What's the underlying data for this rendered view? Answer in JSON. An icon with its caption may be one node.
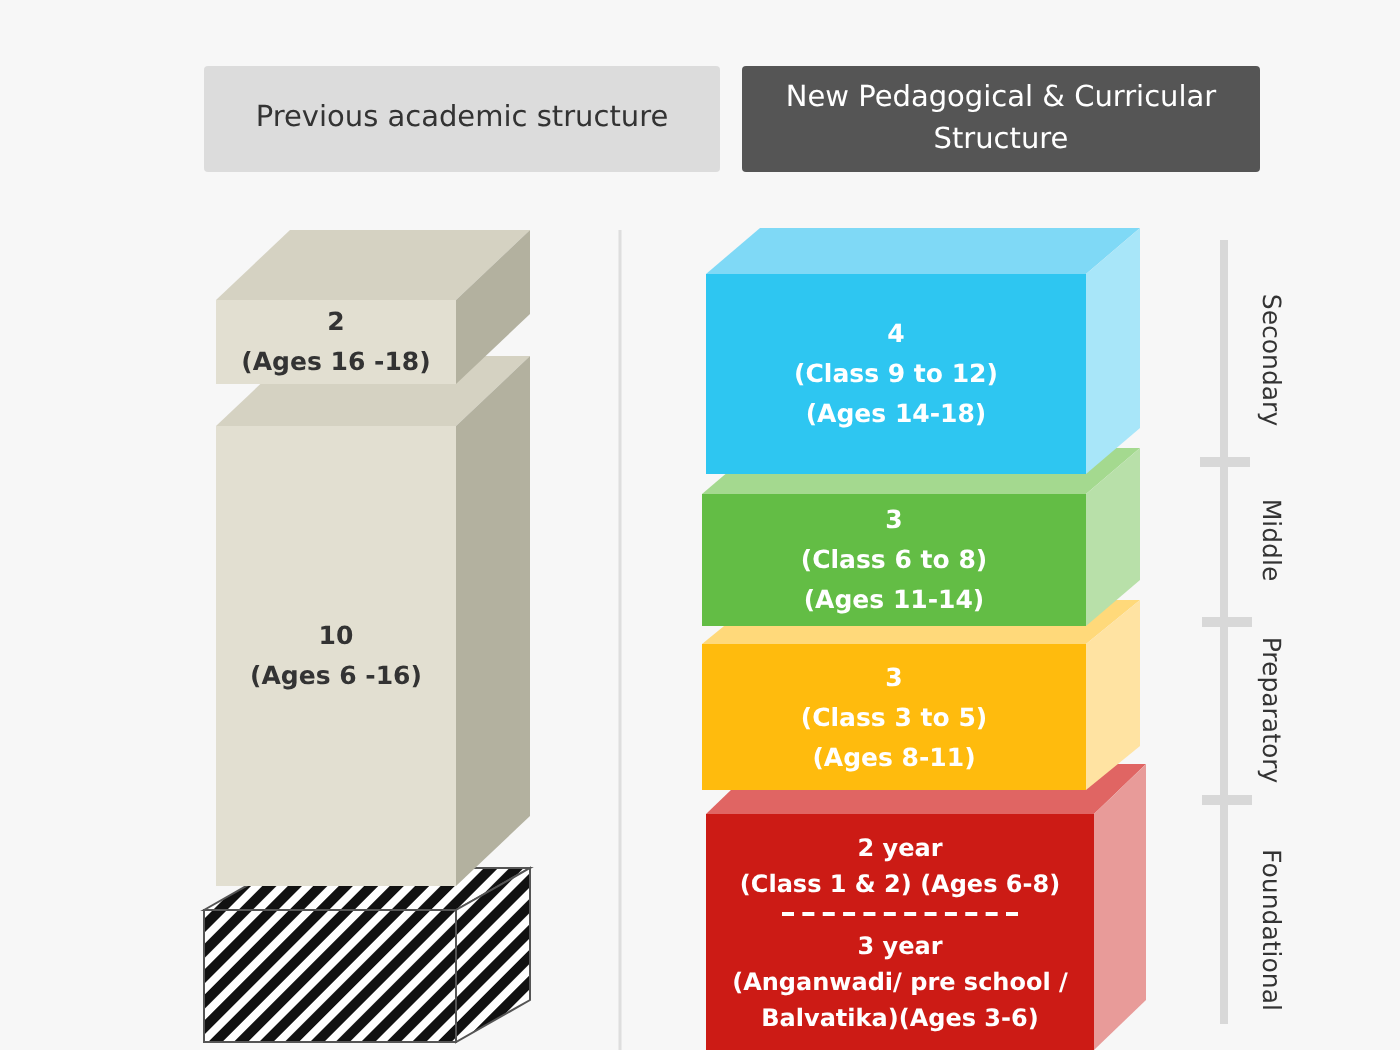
{
  "diagram": {
    "nodes": [
      {
        "text": [
          "Previous academic structure"
        ]
      },
      {
        "text": [
          "New Pedagogical & Curricular Structure"
        ]
      },
      {
        "text": [
          "2",
          "(Ages 16 -18)"
        ]
      },
      {
        "text": [
          "10",
          "(Ages 6 -16)"
        ]
      },
      {
        "text": [],
        "shape": "box"
      },
      {
        "text": [
          "4",
          "(Class 9 to 12)",
          "(Ages 14-18)"
        ]
      },
      {
        "text": [
          "3",
          "(Class 6 to 8)",
          "(Ages 11-14)"
        ]
      },
      {
        "text": [
          "3",
          "(Class 3  to 5)",
          "(Ages 8-11)"
        ]
      },
      {
        "text": [
          "2 year",
          "(Class 1 & 2) (Ages 6-8)",
          "3 year",
          "(Anganwadi/ pre school / Balvatika)(Ages 3-6)"
        ]
      }
    ],
    "edges": [],
    "labels": [
      "Secondary",
      "Middle",
      "Preparatory",
      "Foundational"
    ]
  }
}
